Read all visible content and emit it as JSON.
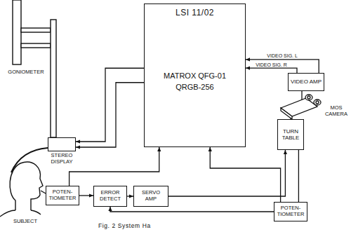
{
  "diagram": {
    "caption": "Fig. 2 System Ha",
    "nodes": [
      {
        "text": [
          "LSI 11/02",
          "MATROX QFG-01 QRGB-256"
        ]
      },
      {
        "text": [
          "VIDEO AMP"
        ]
      },
      {
        "text": [
          "TURN TABLE"
        ]
      },
      {
        "text": [
          "STEREO DISPLAY"
        ]
      },
      {
        "text": [
          "POTEN- TIOMETER"
        ]
      },
      {
        "text": [
          "ERROR DETECT"
        ]
      },
      {
        "text": [
          "SERVO AMP"
        ]
      },
      {
        "text": [
          "POTEN- TIOMETER"
        ]
      }
    ],
    "edges": [
      {
        "from": 1,
        "to": 0,
        "label": "VIDEO SIG. L",
        "arrow": "to"
      },
      {
        "from": 1,
        "to": 0,
        "label": "VIDEO SIG. R",
        "arrow": "to"
      },
      {
        "from": 0,
        "to": 3,
        "arrow": "to"
      },
      {
        "from": 0,
        "to": 3,
        "arrow": "to"
      },
      {
        "from": 4,
        "to": 5,
        "arrow": "to"
      },
      {
        "from": 5,
        "to": 6,
        "arrow": "to"
      },
      {
        "from": 6,
        "to": 2,
        "arrow": "to"
      },
      {
        "from": 2,
        "to": 7,
        "arrow": "none"
      },
      {
        "from": 7,
        "to": 5,
        "arrow": "to"
      },
      {
        "from": 7,
        "to": 0,
        "arrow": "to"
      },
      {
        "from": 4,
        "to": 0,
        "arrow": "to"
      }
    ],
    "labels": [
      "GONIOMETER",
      "MOS CAMERA",
      "SUBJECT"
    ]
  }
}
